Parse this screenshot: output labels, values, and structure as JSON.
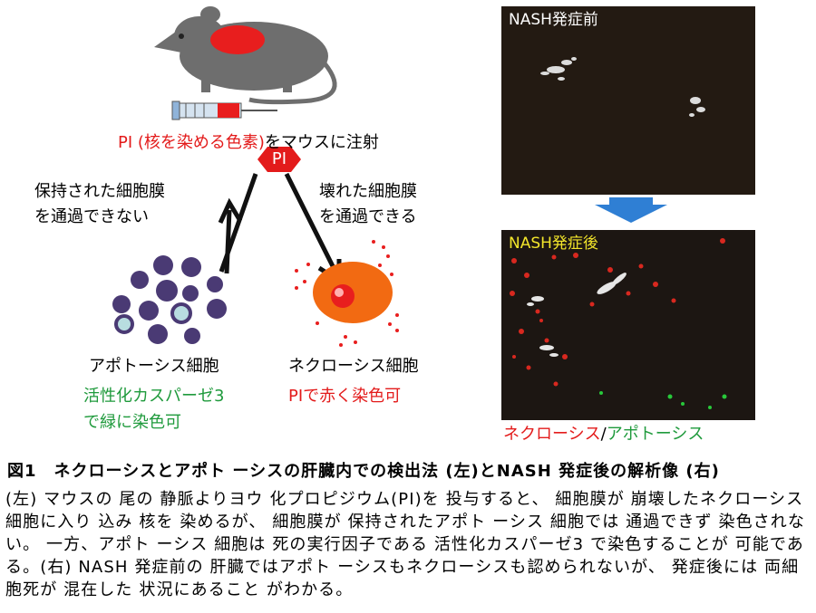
{
  "diagram": {
    "injection_label_prefix": "PI (核を染める色素)",
    "injection_label_suffix": "をマウスに注射",
    "pi_badge": "PI",
    "left_label_line1": "保持された細胞膜",
    "left_label_line2": "を通過できない",
    "right_label_line1": "壊れた細胞膜",
    "right_label_line2": "を通過できる",
    "apoptosis_label": "アポトーシス細胞",
    "apoptosis_note_line1": "活性化カスパーゼ3",
    "apoptosis_note_line2": "で緑に染色可",
    "necrosis_label": "ネクローシス細胞",
    "necrosis_note": "PIで赤く染色可"
  },
  "panels": {
    "before_label": "NASH発症前",
    "after_label": "NASH発症後",
    "legend_necrosis": "ネクローシス",
    "legend_separator": "/",
    "legend_apoptosis": "アポトーシス"
  },
  "figure_title": "図1　ネクローシスとアポト ーシスの肝臓内での検出法 (左)とNASH 発症後の解析像 (右)",
  "caption": "(左) マウスの 尾の 静脈よりヨウ 化プロピジウム(PI)を 投与すると、 細胞膜が 崩壊したネクローシス 細胞に入り 込み 核を 染めるが、 細胞膜が 保持されたアポト ーシス 細胞では 通過できず 染色されない。 一方、アポト ーシス 細胞は 死の実行因子である 活性化カスパーゼ3 で染色することが 可能である。(右) NASH 発症前の 肝臓ではアポト ーシスもネクローシスも認められないが、 発症後には 両細胞死が 混在した 状況にあること がわかる。",
  "colors": {
    "red_text": "#e31b1b",
    "green_text": "#1f9a3c",
    "before_label": "#ffffff",
    "after_label": "#f3e62b",
    "mouse_body": "#6e6e6e",
    "liver": "#e81e1e",
    "apoptotic_cell": "#4a3a74",
    "necrotic_cell": "#f26a12",
    "arrow_down": "#2f7fd4"
  }
}
